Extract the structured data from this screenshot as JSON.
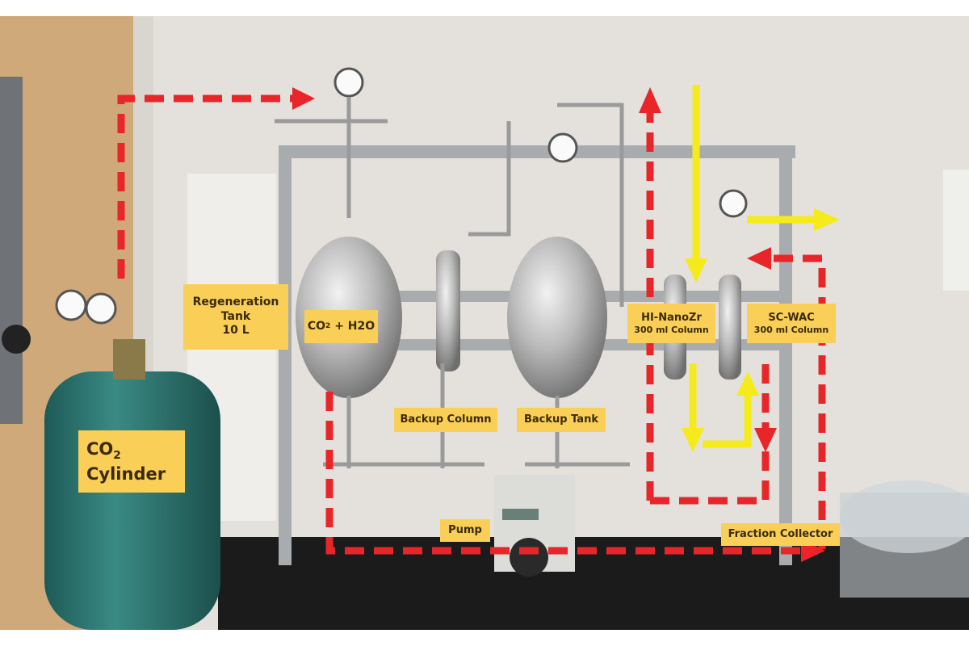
{
  "labels": {
    "regeneration_tank": {
      "line1": "Regeneration",
      "line2": "Tank",
      "line3": "10 L"
    },
    "co2_h2o": {
      "prefix": "CO",
      "sub": "2",
      "suffix": " + H2O"
    },
    "backup_column": "Backup Column",
    "backup_tank": "Backup Tank",
    "hi_nanozr": {
      "name": "HI-NanoZr",
      "size": "300 ml Column"
    },
    "sc_wac": {
      "name": "SC-WAC",
      "size": "300 ml Column"
    },
    "co2_cylinder": {
      "prefix": "CO",
      "sub": "2",
      "line2": "Cylinder"
    },
    "pump": "Pump",
    "fraction_collector": "Fraction Collector"
  },
  "colors": {
    "label_bg": "#f9cf57",
    "flow_red": "#e8262a",
    "flow_yellow": "#f4ea1c"
  }
}
